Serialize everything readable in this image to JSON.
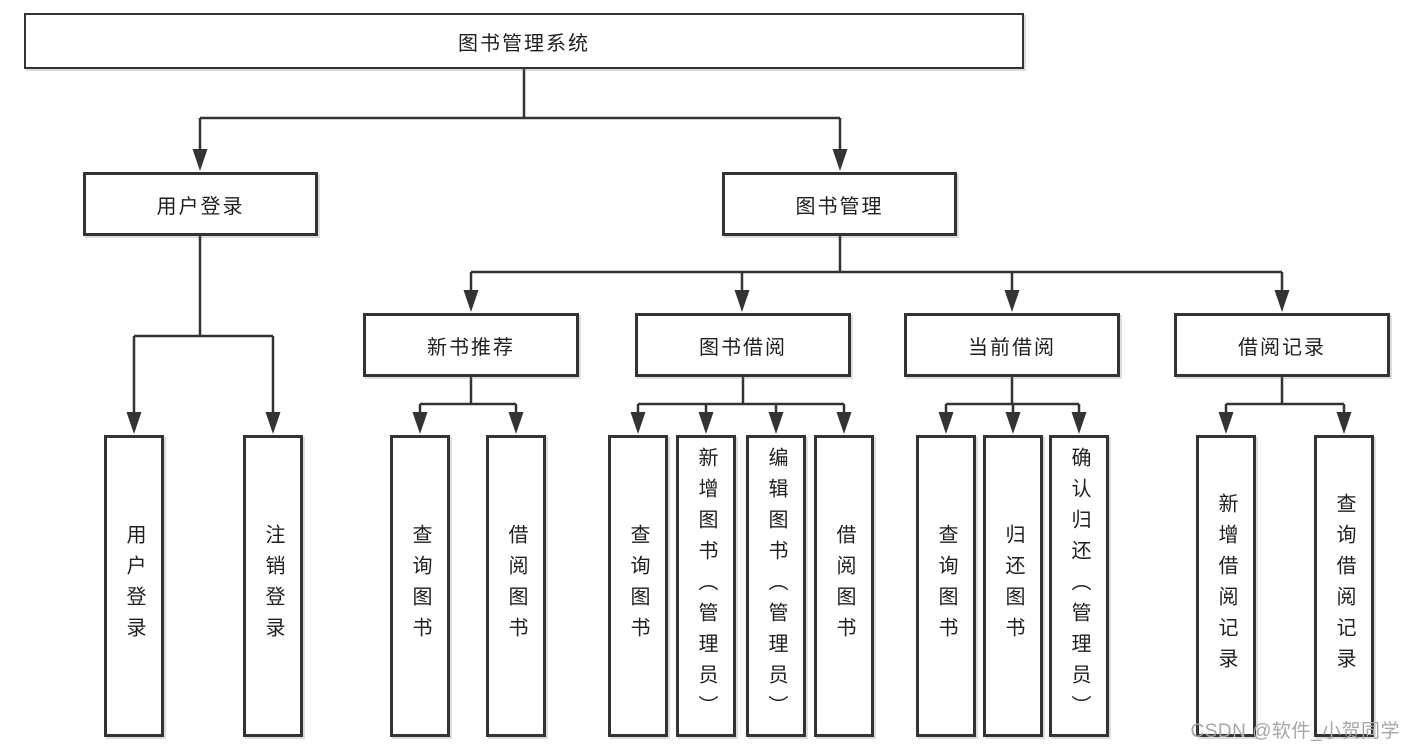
{
  "diagram_title": "图书管理系统",
  "colors": {
    "line": "#333333",
    "text": "#1f1f1f",
    "box_background": "#ffffff",
    "watermark": "#a6a6a6",
    "background": "#ffffff"
  },
  "tree": {
    "root": {
      "label": "图书管理系统"
    },
    "branches": [
      {
        "label": "用户登录",
        "children": [
          {
            "label": "用户登录"
          },
          {
            "label": "注销登录"
          }
        ]
      },
      {
        "label": "图书管理",
        "children": [
          {
            "label": "新书推荐",
            "children": [
              {
                "label": "查询图书"
              },
              {
                "label": "借阅图书"
              }
            ]
          },
          {
            "label": "图书借阅",
            "children": [
              {
                "label": "查询图书"
              },
              {
                "label": "新增图书（管理员）"
              },
              {
                "label": "编辑图书（管理员）"
              },
              {
                "label": "借阅图书"
              }
            ]
          },
          {
            "label": "当前借阅",
            "children": [
              {
                "label": "查询图书"
              },
              {
                "label": "归还图书"
              },
              {
                "label": "确认归还（管理员）"
              }
            ]
          },
          {
            "label": "借阅记录",
            "children": [
              {
                "label": "新增借阅记录"
              },
              {
                "label": "查询借阅记录"
              }
            ]
          }
        ]
      }
    ]
  },
  "watermark": {
    "text": "CSDN @软件_小贺同学"
  }
}
